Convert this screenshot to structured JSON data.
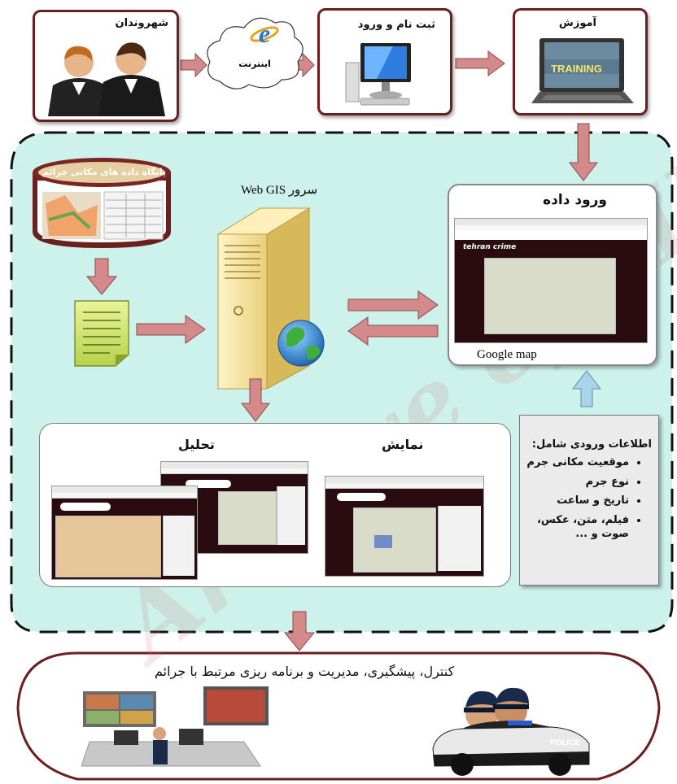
{
  "top_row": {
    "citizens_label": "شهروندان",
    "internet_label": "اینترنت",
    "register_label": "ثبت نام و ورود",
    "training_label": "آموزش",
    "training_screen_text": "TRAINING"
  },
  "center": {
    "db_label": "پایگاه داده های مکانی جرائم",
    "server_label": "سرور Web GIS",
    "data_entry_title": "ورود داده",
    "google_map_label": "Google map",
    "site_logo": "tehran crime",
    "analysis_title": "تحلیل",
    "display_title": "نمایش"
  },
  "info_box": {
    "heading": "اطلاعات ورودی شامل:",
    "items": [
      "موقعیت مکانی جرم",
      "نوع جرم",
      "تاریخ و ساعت",
      "فیلم، متن، عکس، صوت و ..."
    ]
  },
  "bottom": {
    "title": "کنترل، پیشگیری، مدیریت و برنامه ریزی مرتبط با جرائم",
    "police_text": "POLICE"
  },
  "watermark": "Archive of SID",
  "colors": {
    "box_border": "#6b1f1f",
    "arrow_fill": "#d4898b",
    "arrow_blue": "#a9d3ea",
    "region_fill": "#cdf2ec"
  }
}
